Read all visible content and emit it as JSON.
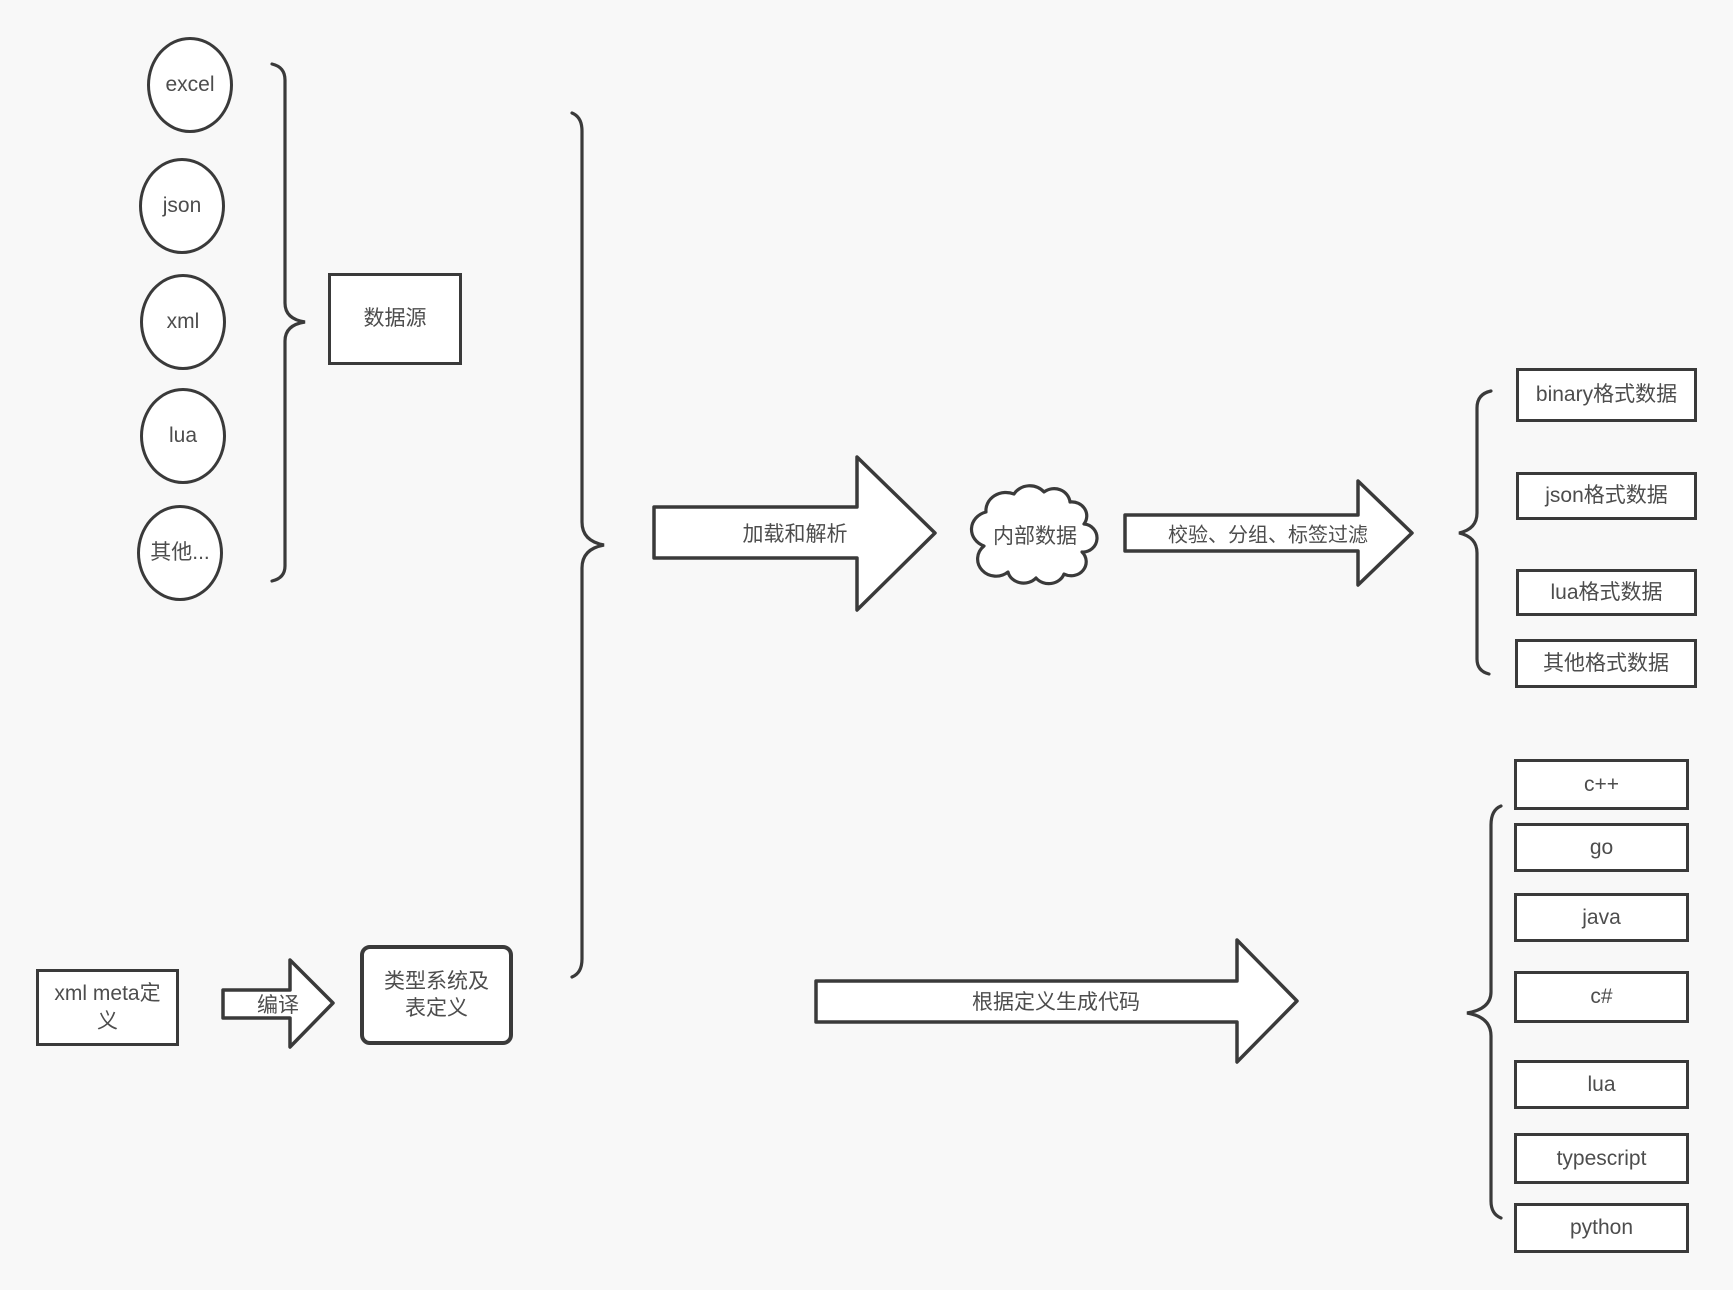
{
  "canvas": {
    "background_color": "#f8f8f8",
    "stroke_color": "#3a3a3a",
    "text_color": "#4d4d4d",
    "shape_fill_color": "#ffffff"
  },
  "sources": {
    "items": [
      {
        "label": "excel"
      },
      {
        "label": "json"
      },
      {
        "label": "xml"
      },
      {
        "label": "lua"
      },
      {
        "label": "其他..."
      }
    ],
    "group_label": "数据源"
  },
  "meta": {
    "xml_meta_label": "xml meta定义",
    "compile_arrow_label": "编译",
    "type_system_label": "类型系统及表定义"
  },
  "pipeline": {
    "load_arrow_label": "加载和解析",
    "internal_data_label": "内部数据",
    "filter_arrow_label": "校验、分组、标签过滤",
    "generate_arrow_label": "根据定义生成代码"
  },
  "outputs": {
    "formats": [
      {
        "label": "binary格式数据"
      },
      {
        "label": "json格式数据"
      },
      {
        "label": "lua格式数据"
      },
      {
        "label": "其他格式数据"
      }
    ],
    "languages": [
      {
        "label": "c++"
      },
      {
        "label": "go"
      },
      {
        "label": "java"
      },
      {
        "label": "c#"
      },
      {
        "label": "lua"
      },
      {
        "label": "typescript"
      },
      {
        "label": "python"
      }
    ]
  }
}
